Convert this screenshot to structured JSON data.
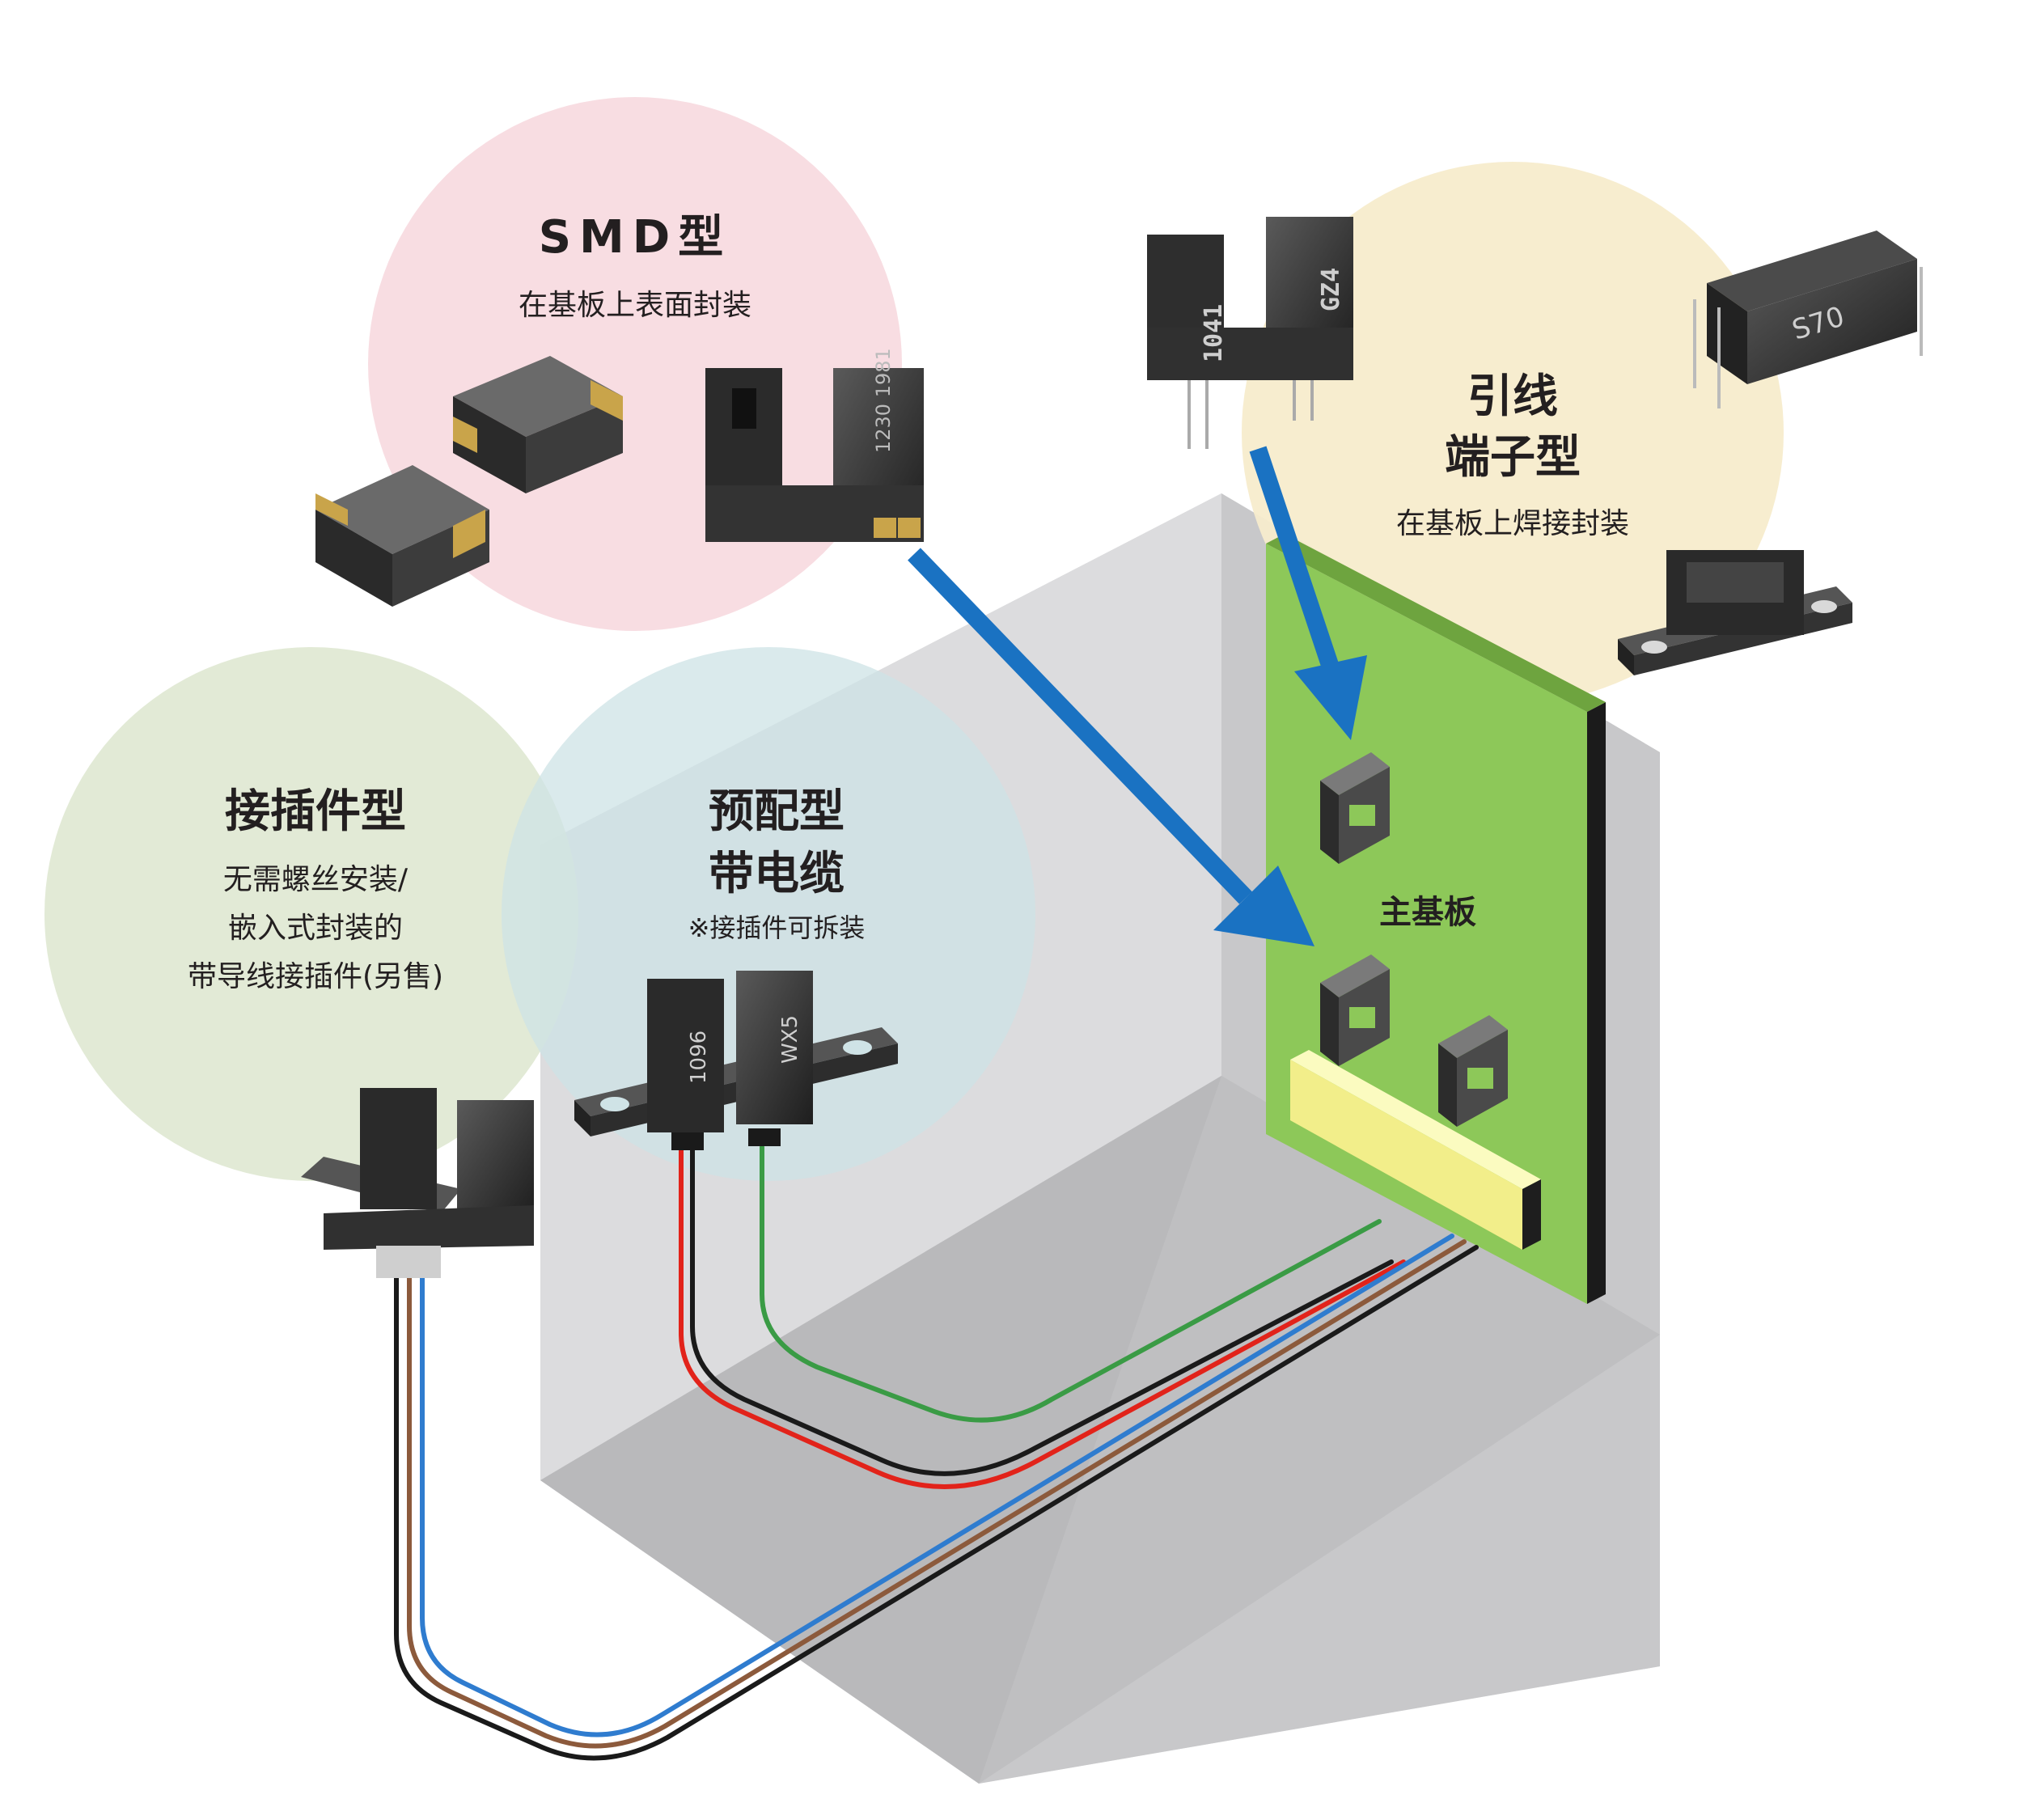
{
  "smd": {
    "title": "SMD型",
    "desc": "在基板上表面封装"
  },
  "lead": {
    "title_l1": "引线",
    "title_l2": "端子型",
    "desc": "在基板上焊接封装"
  },
  "connector": {
    "title": "接插件型",
    "desc_l1": "无需螺丝安装/",
    "desc_l2": "嵌入式封装的",
    "desc_l3": "带导线接插件(另售)"
  },
  "precable": {
    "title": "预配型",
    "title2": "带电缆",
    "note": "※接插件可拆装"
  },
  "board": {
    "label": "主基板"
  },
  "part_marks": {
    "smd_sensor": "1230 1981",
    "lead_sensor": "1041",
    "lead_sensor_b": "GZ4",
    "lead_box": "S70",
    "cable_sensor": "1096",
    "cable_sensor_b": "WX5"
  },
  "colors": {
    "smd_circle": "#f8dde2",
    "lead_circle": "#f7eccc",
    "connector_circle": "#dfe8d2",
    "precable_circle": "#cde3e6",
    "board": "#8dc859",
    "arrow": "#1a72c2",
    "wire_red": "#e2231a",
    "wire_green": "#3a9b45",
    "wire_blue": "#2f7ccf",
    "wire_brown": "#8c5a3c",
    "wire_black": "#1a1a1a"
  }
}
